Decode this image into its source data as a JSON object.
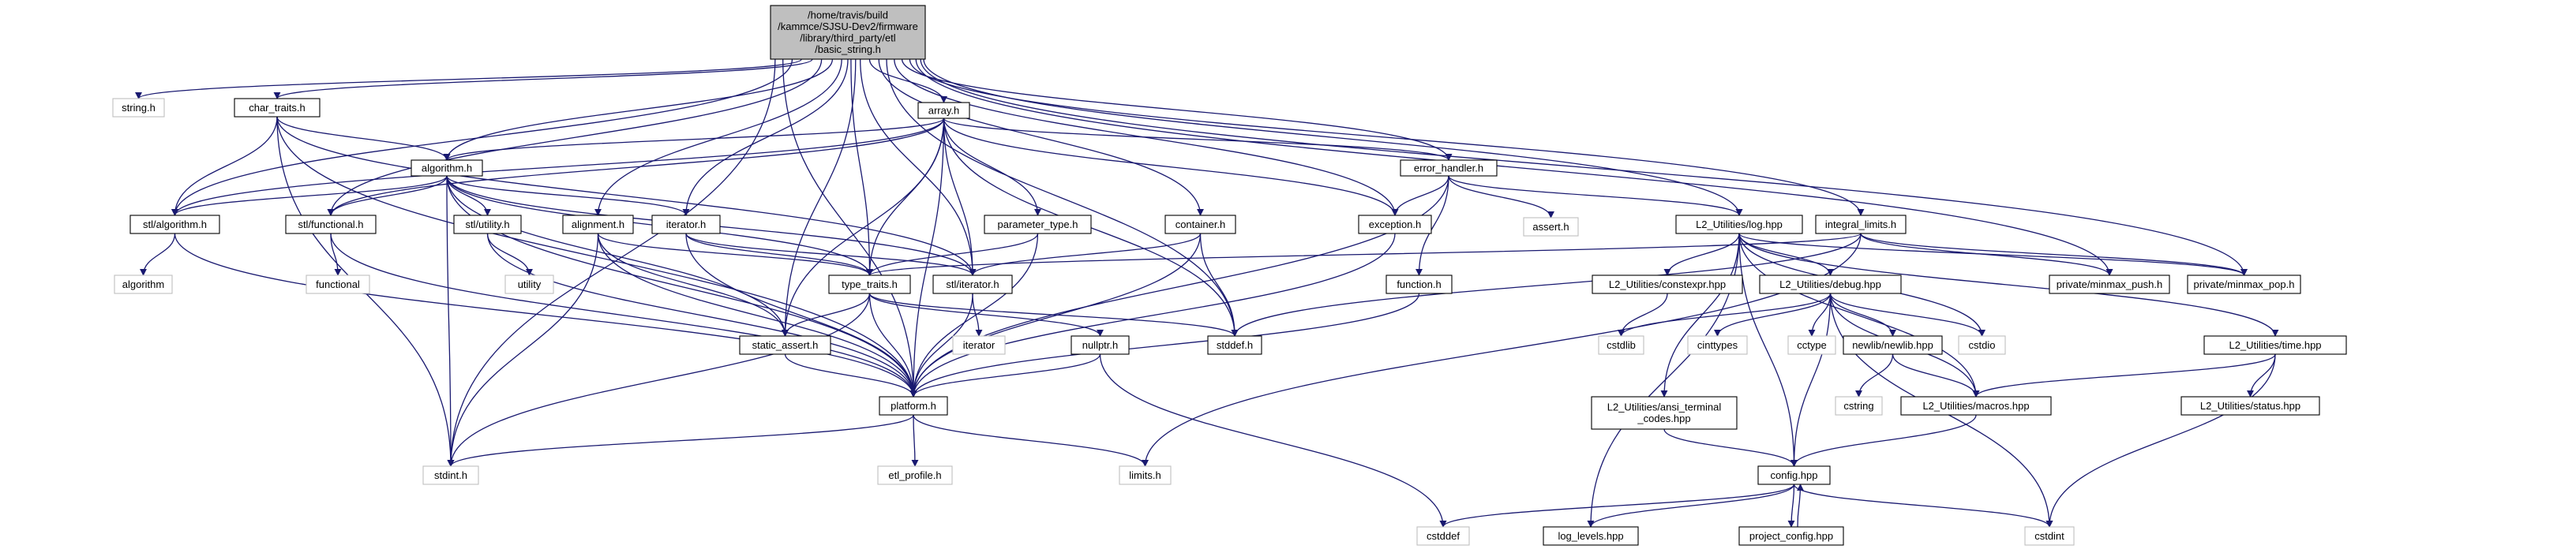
{
  "graph": {
    "root_lines": [
      "/home/travis/build",
      "/kammce/SJSU-Dev2/firmware",
      "/library/third_party/etl",
      "/basic_string.h"
    ],
    "nodes": {
      "string_h": "string.h",
      "char_traits_h": "char_traits.h",
      "array_h": "array.h",
      "algorithm_h": "algorithm.h",
      "error_handler_h": "error_handler.h",
      "stl_algorithm_h": "stl/algorithm.h",
      "stl_functional_h": "stl/functional.h",
      "stl_utility_h": "stl/utility.h",
      "alignment_h": "alignment.h",
      "iterator_h": "iterator.h",
      "parameter_type_h": "parameter_type.h",
      "container_h": "container.h",
      "exception_h": "exception.h",
      "assert_h": "assert.h",
      "l2_log_hpp": "L2_Utilities/log.hpp",
      "integral_limits_h": "integral_limits.h",
      "algorithm": "algorithm",
      "functional": "functional",
      "utility": "utility",
      "type_traits_h": "type_traits.h",
      "stl_iterator_h": "stl/iterator.h",
      "l2_constexpr_hpp": "L2_Utilities/constexpr.hpp",
      "l2_debug_hpp": "L2_Utilities/debug.hpp",
      "function_h": "function.h",
      "private_minmax_push_h": "private/minmax_push.h",
      "private_minmax_pop_h": "private/minmax_pop.h",
      "iterator": "iterator",
      "static_assert_h": "static_assert.h",
      "nullptr_h": "nullptr.h",
      "stddef_h": "stddef.h",
      "cstdlib": "cstdlib",
      "cinttypes": "cinttypes",
      "cctype": "cctype",
      "newlib_hpp": "newlib/newlib.hpp",
      "cstdio": "cstdio",
      "l2_time_hpp": "L2_Utilities/time.hpp",
      "cstring": "cstring",
      "l2_status_hpp": "L2_Utilities/status.hpp",
      "l2_ansi_lines": [
        "L2_Utilities/ansi_terminal",
        "_codes.hpp"
      ],
      "l2_macros_hpp": "L2_Utilities/macros.hpp",
      "platform_h": "platform.h",
      "stdint_h": "stdint.h",
      "etl_profile_h": "etl_profile.h",
      "limits_h": "limits.h",
      "config_hpp": "config.hpp",
      "cstddef": "cstddef",
      "log_levels_hpp": "log_levels.hpp",
      "project_config_hpp": "project_config.hpp",
      "cstdint": "cstdint"
    }
  }
}
